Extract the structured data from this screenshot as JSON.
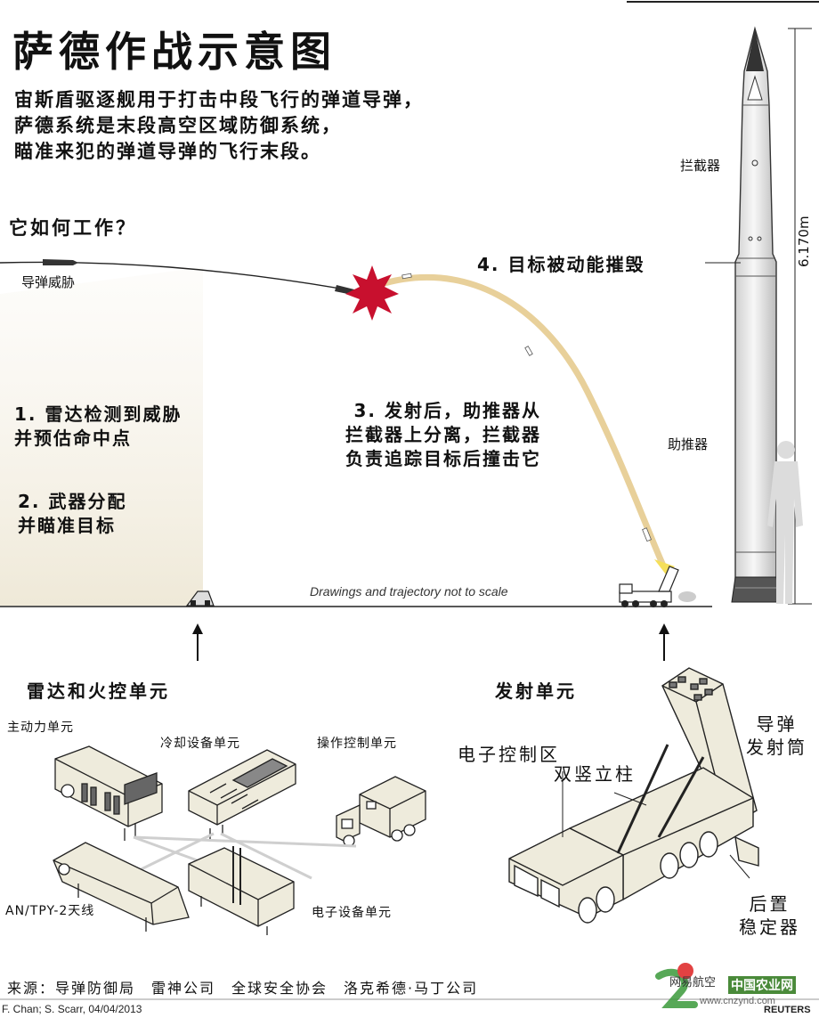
{
  "title": "萨德作战示意图",
  "intro": [
    "宙斯盾驱逐舰用于打击中段飞行的弹道导弹，",
    "萨德系统是末段高空区域防御系统，",
    "瞄准来犯的弹道导弹的飞行末段。"
  ],
  "how_heading": "它如何工作？",
  "threat_label": "导弹威胁",
  "steps": {
    "step1": [
      "1. 雷达检测到威胁",
      "并预估命中点"
    ],
    "step2": [
      "2. 武器分配",
      "并瞄准目标"
    ],
    "step3": [
      "3. 发射后，助推器从",
      "拦截器上分离，拦截器",
      "负责追踪目标后撞击它"
    ],
    "step4": "4. 目标被动能摧毁"
  },
  "scale_note": "Drawings and trajectory not to scale",
  "missile": {
    "interceptor_label": "拦截器",
    "booster_label": "助推器",
    "height_label": "6.170m"
  },
  "radar_section": {
    "heading": "雷达和火控单元",
    "units": {
      "prime_power": "主动力单元",
      "cooling": "冷却设备单元",
      "operator": "操作控制单元",
      "antenna": "AN/TPY-2天线",
      "electronics": "电子设备单元"
    }
  },
  "launcher_section": {
    "heading": "发射单元",
    "electronics_area": "电子控制区",
    "twin_struts": "双竖立柱",
    "canisters": [
      "导弹",
      "发射筒"
    ],
    "rear_stabilizers": [
      "后置",
      "稳定器"
    ]
  },
  "source": "来源：导弹防御局　雷神公司　全球安全协会　洛克希德·马丁公司",
  "credit": "F. Chan; S. Scarr, 04/04/2013",
  "watermark": {
    "line1": "网易航空",
    "line2": "中国农业网",
    "url": "www.cnzynd.com",
    "agency": "REUTERS"
  },
  "colors": {
    "trajectory": "#e8d09a",
    "explosion": "#c8102e",
    "radar_cone": "#f1ecdf",
    "vehicle_fill": "#eeebdc",
    "missile_fill": "#e9e9e9",
    "human_silhouette": "#dddddd"
  }
}
